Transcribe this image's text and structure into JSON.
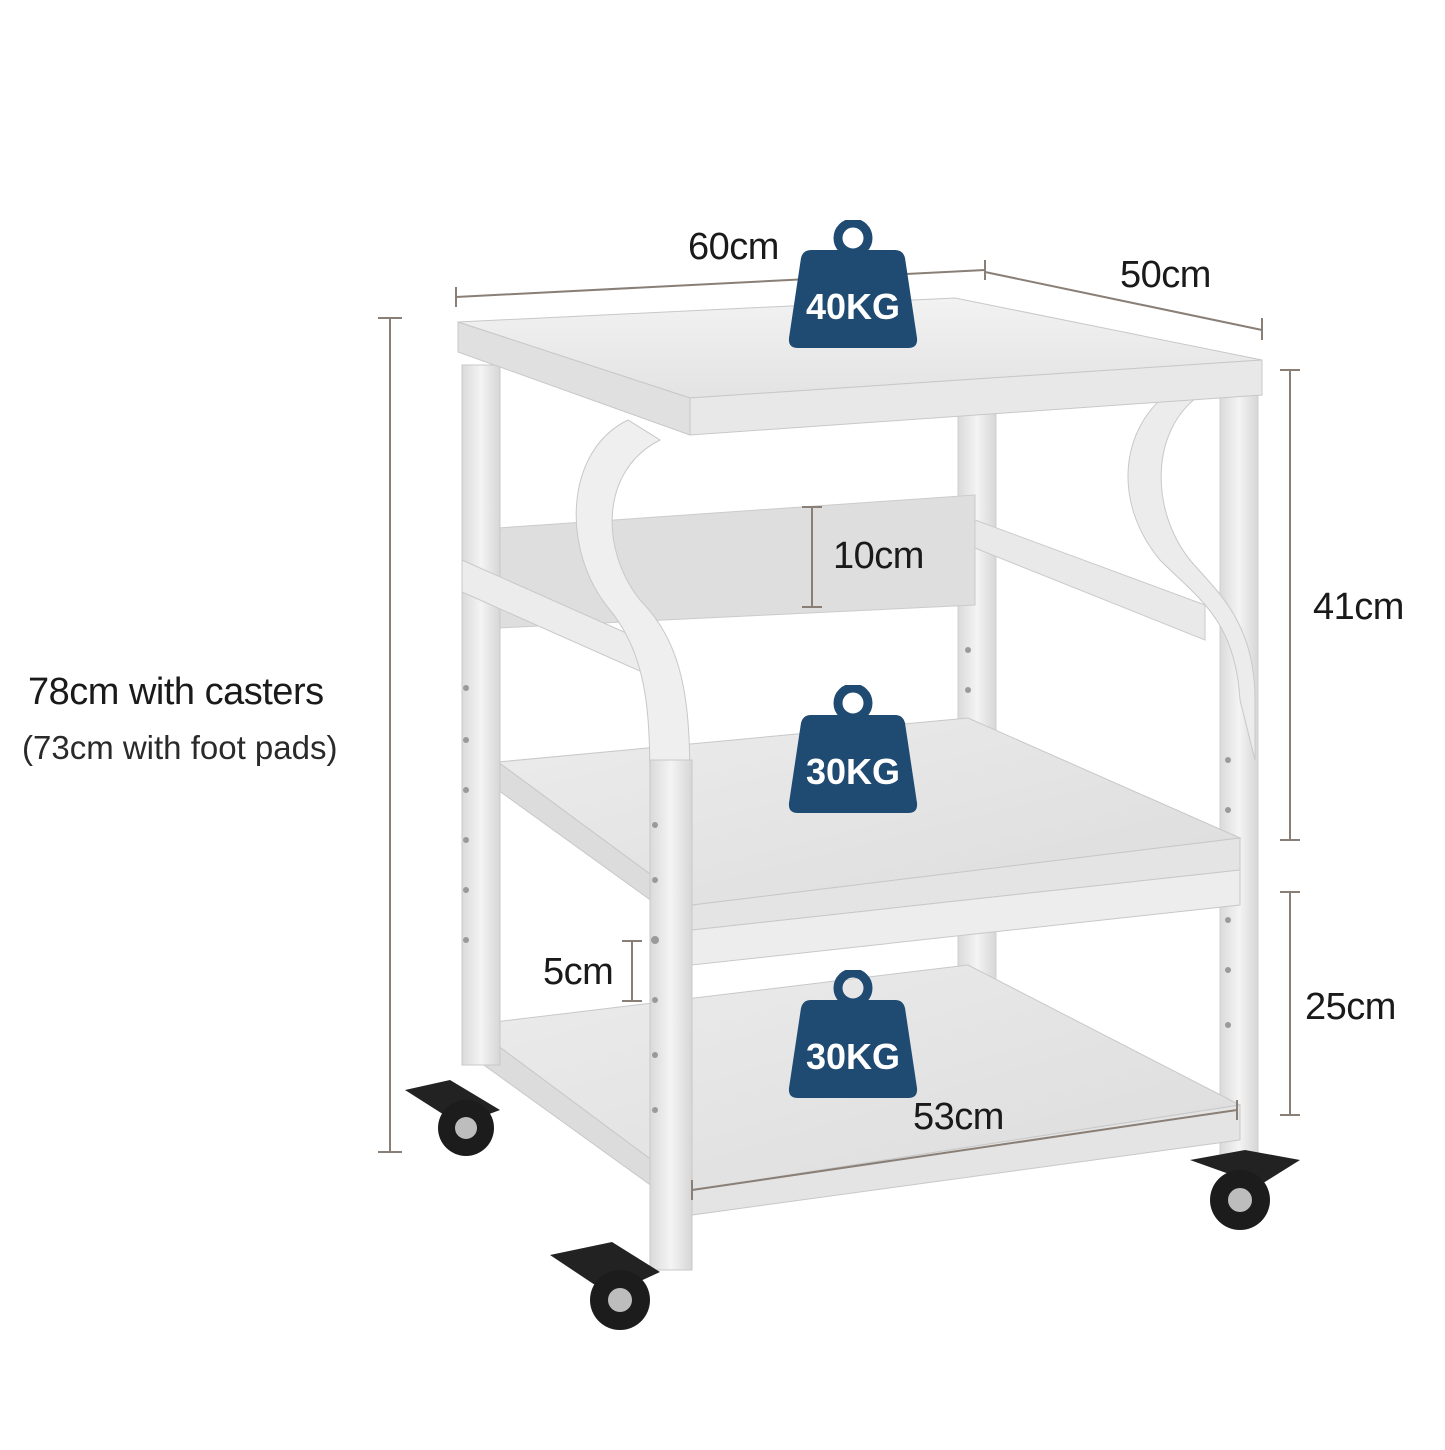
{
  "dimensions": {
    "top_width": "60cm",
    "top_depth": "50cm",
    "gap_height": "10cm",
    "upper_height": "41cm",
    "total_height": "78cm with casters",
    "total_height_alt": "(73cm with foot pads)",
    "lower_offset": "5cm",
    "lower_height": "25cm",
    "shelf_width": "53cm"
  },
  "loads": {
    "top": "40KG",
    "middle": "30KG",
    "bottom": "30KG"
  },
  "colors": {
    "badge": "#1f4a72",
    "frame": "#e8e8e8",
    "frame_edge": "#c9c9c9",
    "dim_line": "#8a7f76",
    "caster": "#1c1c1c"
  },
  "icons": [
    "weight-icon",
    "caster-wheel-icon"
  ]
}
